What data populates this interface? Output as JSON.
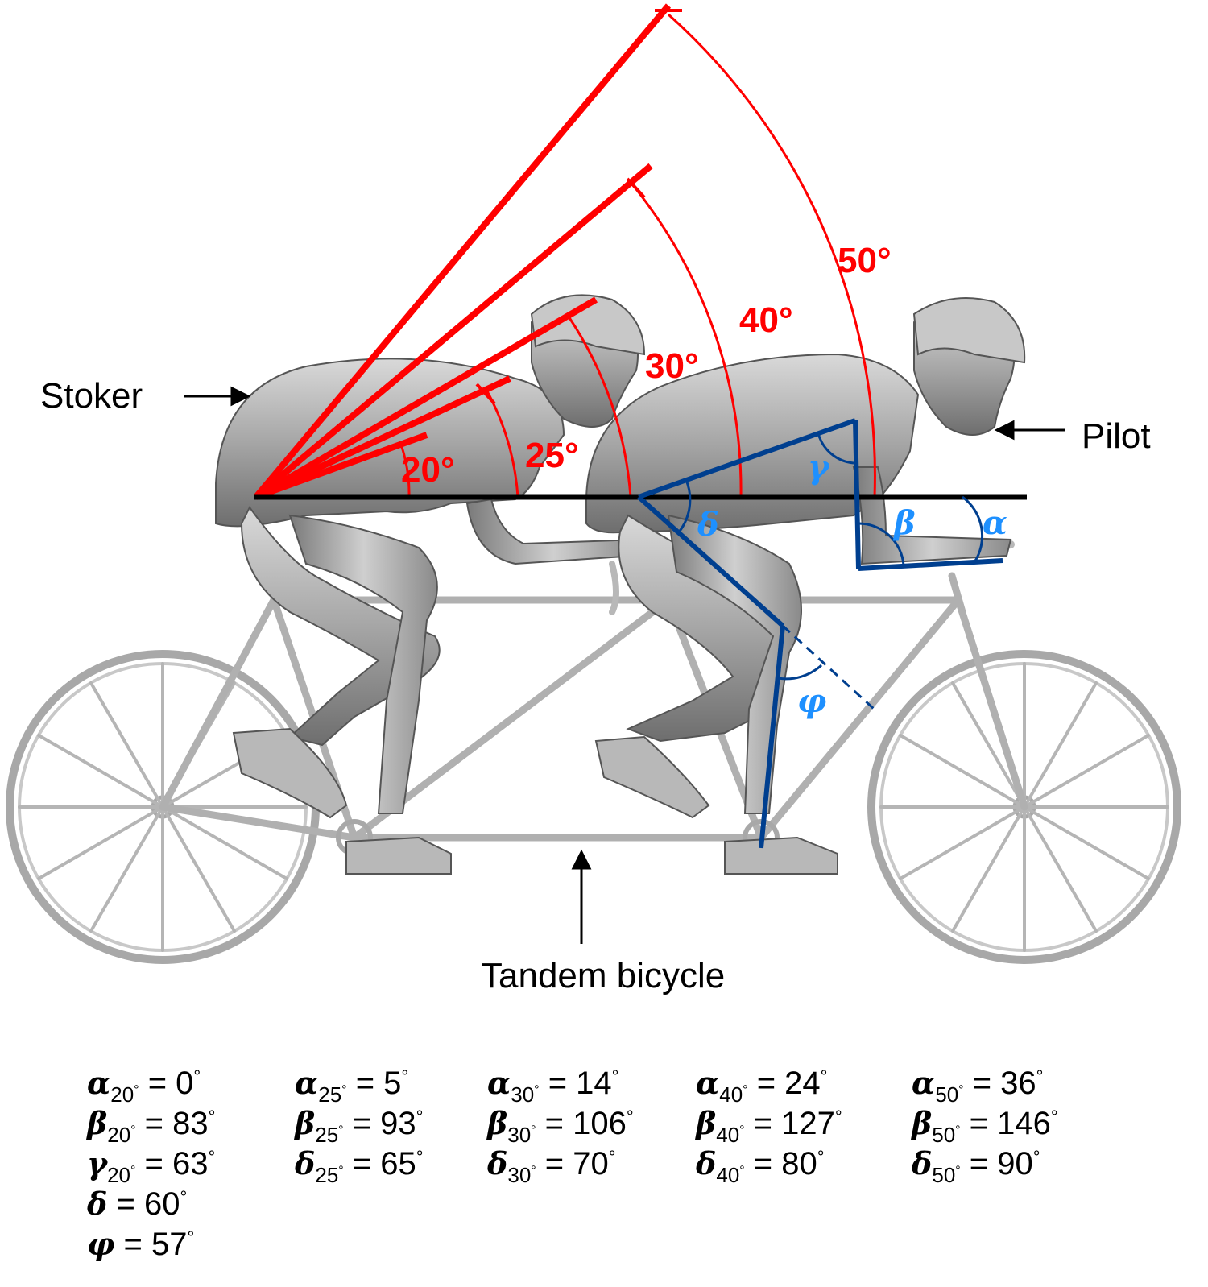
{
  "labels": {
    "stoker": "Stoker",
    "pilot": "Pilot",
    "bicycle": "Tandem bicycle"
  },
  "angle_labels": {
    "a20": "20°",
    "a25": "25°",
    "a30": "30°",
    "a40": "40°",
    "a50": "50°"
  },
  "greek_labels": {
    "alpha": "α",
    "beta": "β",
    "gamma": "γ",
    "delta": "δ",
    "phi": "φ"
  },
  "equations": [
    [
      {
        "sym": "α",
        "sub": "20",
        "value": "= 0"
      },
      {
        "sym": "β",
        "sub": "20",
        "value": "= 83"
      },
      {
        "sym": "γ",
        "sub": "20",
        "value": "= 63"
      },
      {
        "sym": "δ",
        "sub": "",
        "value": "= 60"
      },
      {
        "sym": "φ",
        "sub": "",
        "value": "= 57"
      }
    ],
    [
      {
        "sym": "α",
        "sub": "25",
        "value": "= 5"
      },
      {
        "sym": "β",
        "sub": "25",
        "value": "= 93"
      },
      {
        "sym": "δ",
        "sub": "25",
        "value": "= 65"
      }
    ],
    [
      {
        "sym": "α",
        "sub": "30",
        "value": "= 14"
      },
      {
        "sym": "β",
        "sub": "30",
        "value": "= 106"
      },
      {
        "sym": "δ",
        "sub": "30",
        "value": "= 70"
      }
    ],
    [
      {
        "sym": "α",
        "sub": "40",
        "value": "= 24"
      },
      {
        "sym": "β",
        "sub": "40",
        "value": "= 127"
      },
      {
        "sym": "δ",
        "sub": "40",
        "value": "= 80"
      }
    ],
    [
      {
        "sym": "α",
        "sub": "50",
        "value": "= 36"
      },
      {
        "sym": "β",
        "sub": "50",
        "value": "= 146"
      },
      {
        "sym": "δ",
        "sub": "50",
        "value": "= 90"
      }
    ]
  ],
  "colors": {
    "torso_lines": "#ff0000",
    "joint_lines": "#003f8f",
    "joint_labels": "#1e90ff",
    "reference_line": "#000000",
    "figure_gray": "#9a9a9a"
  }
}
